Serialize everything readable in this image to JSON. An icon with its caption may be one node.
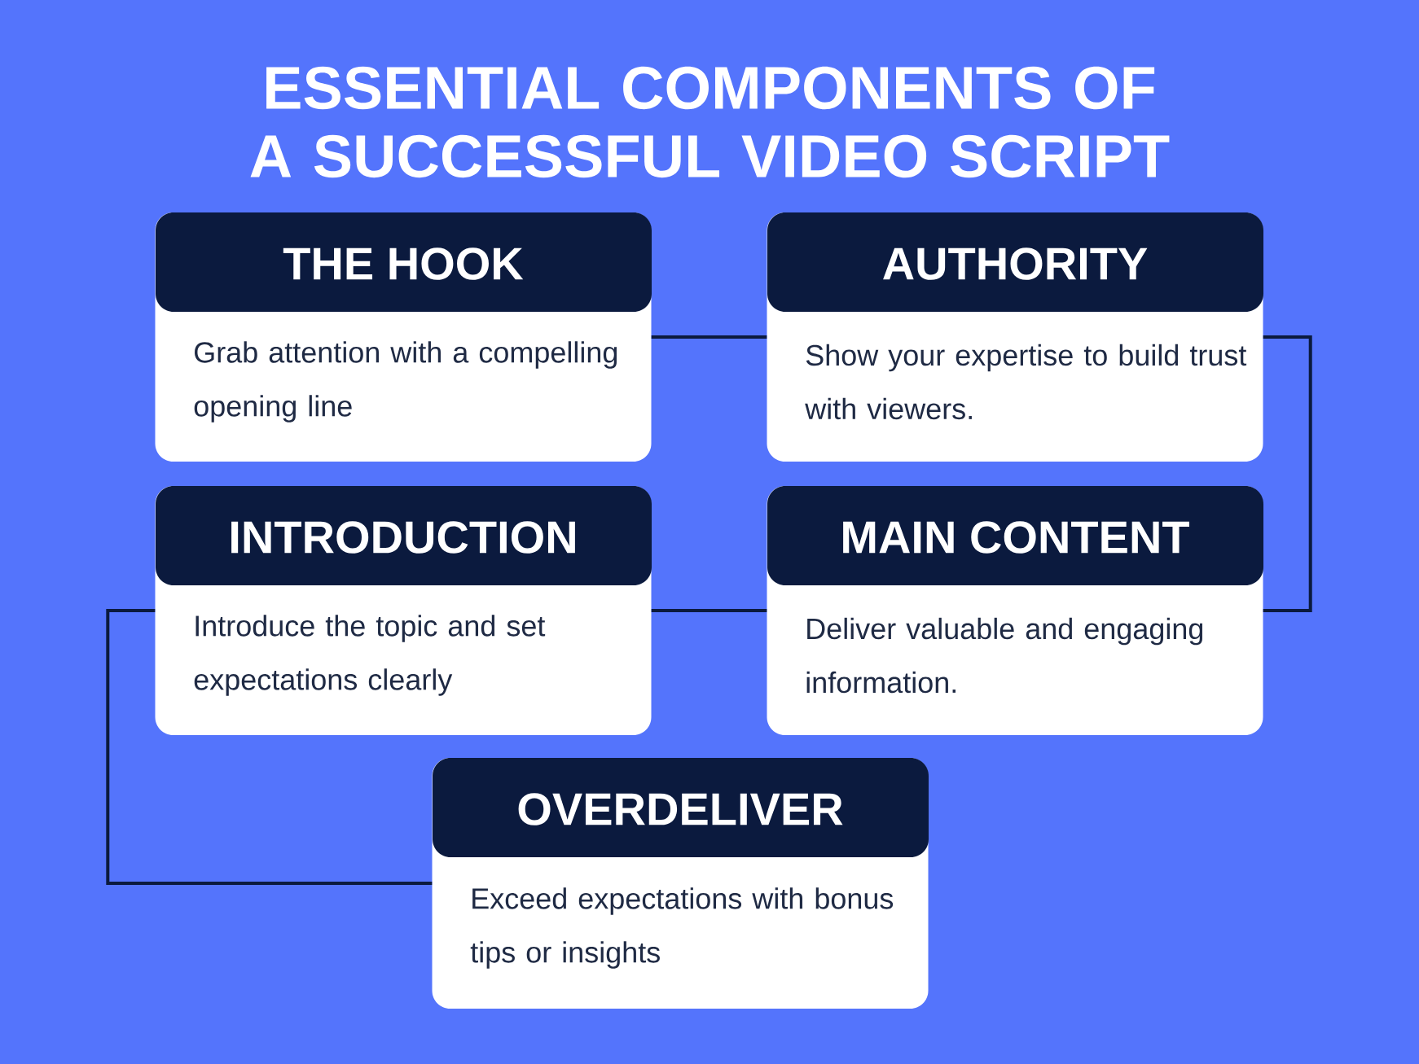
{
  "diagram": {
    "title": "ESSENTIAL COMPONENTS OF A SUCCESSFUL VIDEO SCRIPT",
    "nodes": [
      {
        "text": [
          "THE HOOK",
          "Grab attention with a compelling opening line"
        ]
      },
      {
        "text": [
          "AUTHORITY",
          "Show your expertise to build trust with viewers."
        ]
      },
      {
        "text": [
          "INTRODUCTION",
          "Introduce the topic and set expectations clearly"
        ]
      },
      {
        "text": [
          "MAIN CONTENT",
          "Deliver valuable and engaging information."
        ]
      },
      {
        "text": [
          "OVERDELIVER",
          "Exceed expectations with bonus tips or insights"
        ]
      }
    ],
    "edges": [
      {
        "from": 0,
        "to": 1,
        "arrow": "none"
      },
      {
        "from": 1,
        "to": 3,
        "arrow": "none"
      },
      {
        "from": 3,
        "to": 2,
        "arrow": "none"
      },
      {
        "from": 2,
        "to": 4,
        "arrow": "none"
      }
    ]
  }
}
